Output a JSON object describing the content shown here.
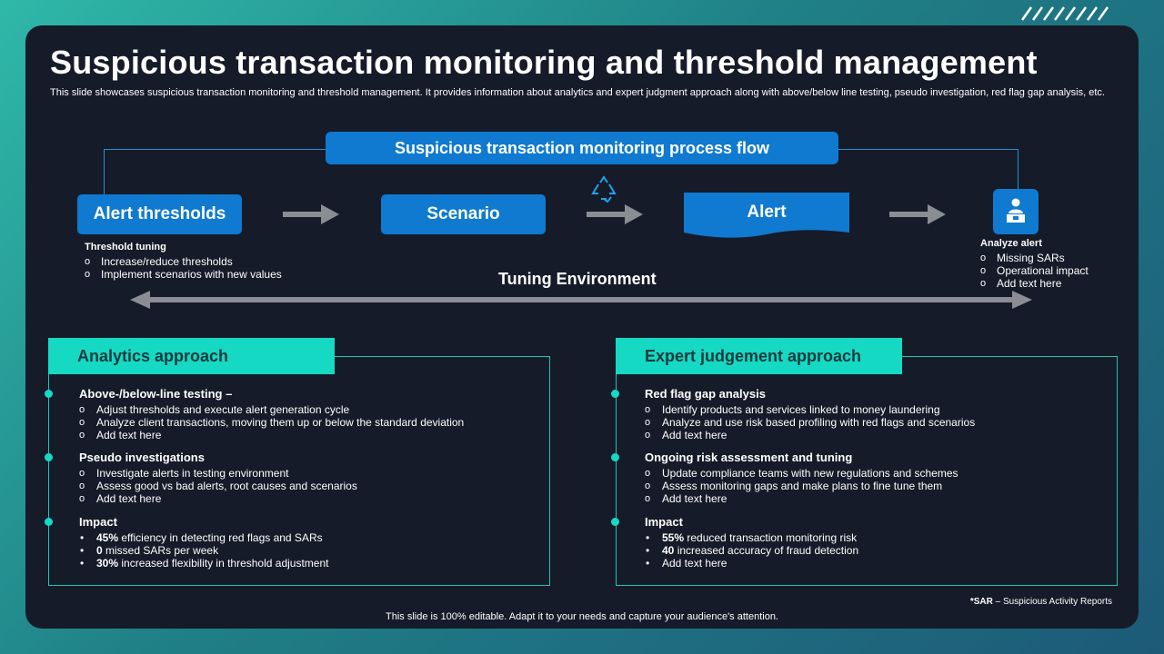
{
  "slide": {
    "title": "Suspicious transaction monitoring and threshold management",
    "description": "This slide showcases suspicious transaction monitoring and threshold management. It provides information about analytics and expert judgment approach along with above/below line testing, pseudo investigation, red flag gap analysis, etc."
  },
  "flow": {
    "header": "Suspicious transaction monitoring process flow",
    "steps": [
      "Alert thresholds",
      "Scenario",
      "Alert"
    ],
    "threshold_tuning": {
      "title": "Threshold tuning",
      "items": [
        "Increase/reduce thresholds",
        "Implement scenarios with new values"
      ]
    },
    "analyze_alert": {
      "title": "Analyze alert",
      "items": [
        "Missing SARs",
        "Operational impact",
        "Add text here"
      ]
    },
    "tuning_environment": "Tuning Environment",
    "icons": {
      "recycle": "recycle-icon",
      "analyze": "person-desk-icon"
    },
    "colors": {
      "accent_blue": "#0f7ad0",
      "accent_teal": "#16d9c4",
      "panel_bg": "#151b29"
    }
  },
  "analytics": {
    "tab": "Analytics approach",
    "sections": [
      {
        "title": "Above-/below-line testing –",
        "items": [
          "Adjust thresholds and execute alert generation cycle",
          "Analyze  client transactions, moving them up or below the standard deviation",
          "Add text here"
        ]
      },
      {
        "title": "Pseudo investigations",
        "items": [
          "Investigate alerts in testing environment",
          "Assess good vs bad alerts, root causes and scenarios",
          "Add text here"
        ]
      },
      {
        "title": "Impact",
        "items": [
          {
            "bold": "45%",
            "text": " efficiency in detecting red flags and SARs"
          },
          {
            "bold": "0",
            "text": " missed SARs per week"
          },
          {
            "bold": "30%",
            "text": " increased flexibility in threshold adjustment"
          }
        ]
      }
    ]
  },
  "expert": {
    "tab": "Expert judgement approach",
    "sections": [
      {
        "title": "Red flag gap analysis",
        "items": [
          "Identify products and services linked to money laundering",
          "Analyze  and use risk based profiling with red flags and scenarios",
          "Add text here"
        ]
      },
      {
        "title": "Ongoing risk assessment and tuning",
        "items": [
          "Update compliance teams with new regulations and schemes",
          "Assess monitoring gaps and make plans to fine tune them",
          "Add text here"
        ]
      },
      {
        "title": "Impact",
        "items": [
          {
            "bold": "55%",
            "text": " reduced transaction monitoring risk"
          },
          {
            "bold": "40",
            "text": " increased accuracy of fraud detection"
          },
          {
            "bold": "",
            "text": " Add text here"
          }
        ]
      }
    ]
  },
  "footnote": {
    "bold": "*SAR",
    "text": " – Suspicious Activity Reports"
  },
  "footer": "This slide is 100% editable. Adapt it to your needs and capture your audience's attention."
}
